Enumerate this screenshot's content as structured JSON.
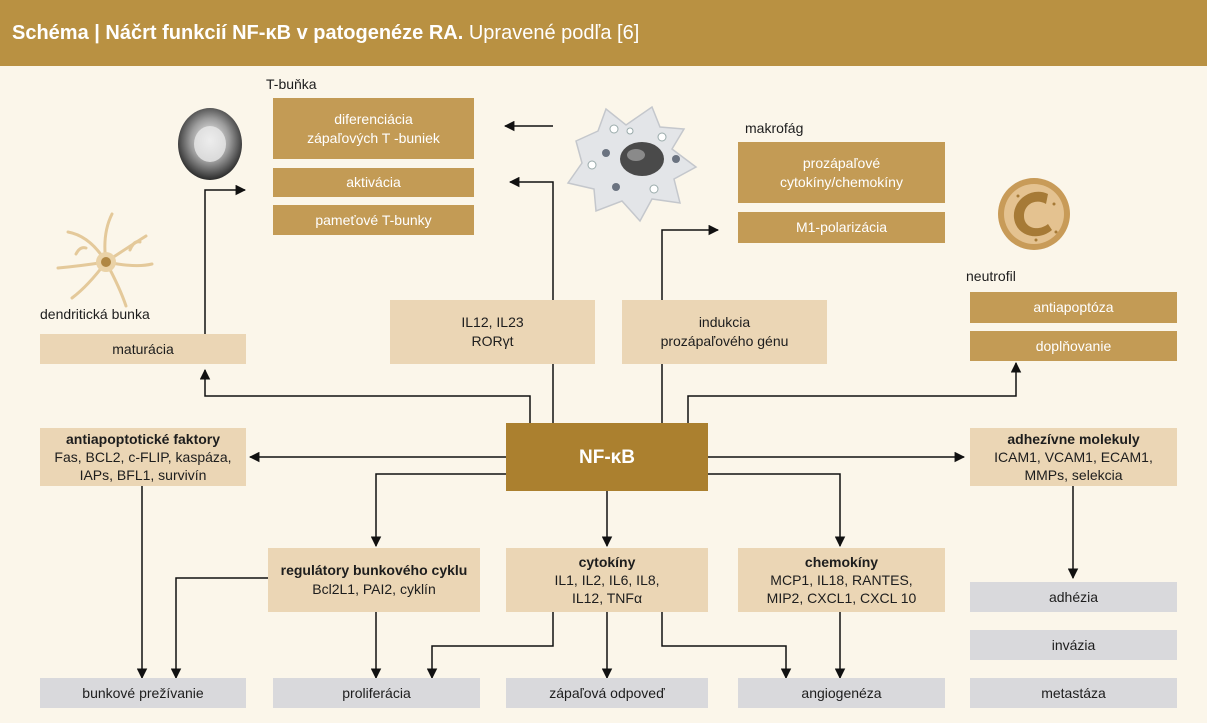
{
  "header": {
    "title_bold": "Schéma | Náčrt funkcií NF-κB v patogenéze RA.",
    "title_normal": " Upravené podľa [6]"
  },
  "colors": {
    "header": "#b99142",
    "center": "#ab802f",
    "dark_box": "#c39b55",
    "light_box": "#ebd6b5",
    "gray_box": "#d9d9dc",
    "background": "#fbf6ea"
  },
  "cells": {
    "t_cell": "T-buňka",
    "macrophage": "makrofág",
    "neutrophil": "neutrofil",
    "dendritic": "dendritická bunka"
  },
  "tcell_boxes": {
    "differentiation": [
      "diferenciácia",
      "zápaľových T -buniek"
    ],
    "activation": "aktivácia",
    "memory": "pameťové T-bunky"
  },
  "macrophage_boxes": {
    "cytokines": [
      "prozápaľové",
      "cytokíny/chemokíny"
    ],
    "polarization": "M1-polarizácia"
  },
  "neutrophil_boxes": {
    "antiapoptosis": "antiapoptóza",
    "replenishment": "doplňovanie"
  },
  "mid_boxes": {
    "maturation": "maturácia",
    "il12": [
      "IL12, IL23",
      "RORγt"
    ],
    "induction": [
      "indukcia",
      "prozápaľového génu"
    ]
  },
  "center": "NF-κB",
  "antiapoptotic": {
    "title": "antiapoptotické faktory",
    "lines": [
      "Fas, BCL2, c-FLIP, kaspáza,",
      "IAPs, BFL1, survivín"
    ]
  },
  "adhesion": {
    "title": "adhezívne molekuly",
    "lines": [
      "ICAM1, VCAM1, ECAM1,",
      "MMPs, selekcia"
    ]
  },
  "cell_cycle": {
    "title": "regulátory bunkového cyklu",
    "lines": [
      "Bcl2L1, PAI2, cyklín"
    ]
  },
  "cytokines": {
    "title": "cytokíny",
    "lines": [
      "IL1, IL2, IL6, IL8,",
      "IL12, TNFα"
    ]
  },
  "chemokines": {
    "title": "chemokíny",
    "lines": [
      "MCP1, IL18, RANTES,",
      "MIP2, CXCL1, CXCL 10"
    ]
  },
  "outcomes": {
    "survival": "bunkové prežívanie",
    "proliferation": "proliferácia",
    "inflammation": "zápaľová odpoveď",
    "angiogenesis": "angiogenéza",
    "adhesion": "adhézia",
    "invasion": "invázia",
    "metastasis": "metastáza"
  }
}
